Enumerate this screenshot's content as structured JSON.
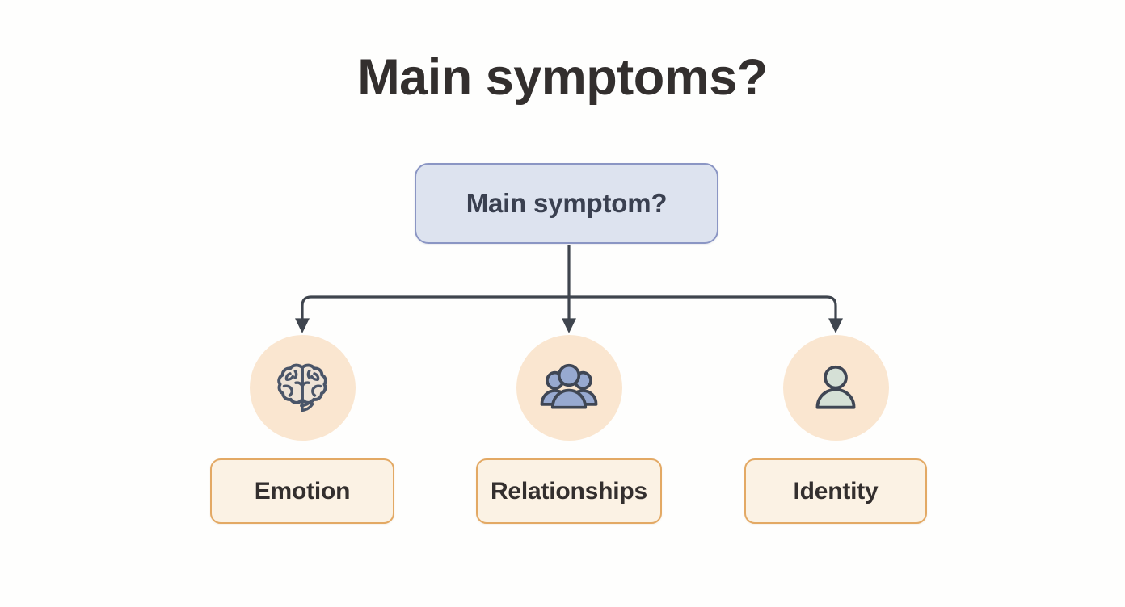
{
  "page": {
    "background_color": "#fefefd",
    "title": "Main symptoms?",
    "title_color": "#332f2e"
  },
  "diagram": {
    "type": "flowchart",
    "orientation": "top-down",
    "connector_color": "#3f454e",
    "root": {
      "id": "root",
      "label": "Main symptom?",
      "fill_color": "#dde3ef",
      "border_color": "#8b96c4",
      "text_color": "#3a4050"
    },
    "branches": [
      {
        "id": "emotion",
        "label": "Emotion",
        "icon": "brain-icon",
        "icon_circle_color": "#fae6d0",
        "icon_stroke_color": "#4a5568",
        "icon_fill_color": "#eee3d6",
        "box_fill_color": "#fbf2e4",
        "box_border_color": "#e3a964",
        "text_color": "#332f2e"
      },
      {
        "id": "relationships",
        "label": "Relationships",
        "icon": "people-group-icon",
        "icon_circle_color": "#fae6d0",
        "icon_stroke_color": "#3f4654",
        "icon_fill_color": "#97a9d0",
        "box_fill_color": "#fbf2e4",
        "box_border_color": "#e3a964",
        "text_color": "#332f2e"
      },
      {
        "id": "identity",
        "label": "Identity",
        "icon": "person-icon",
        "icon_circle_color": "#fae6d0",
        "icon_stroke_color": "#3f4654",
        "icon_fill_color": "#d5e0d6",
        "box_fill_color": "#fbf2e4",
        "box_border_color": "#e3a964",
        "text_color": "#332f2e"
      }
    ]
  }
}
